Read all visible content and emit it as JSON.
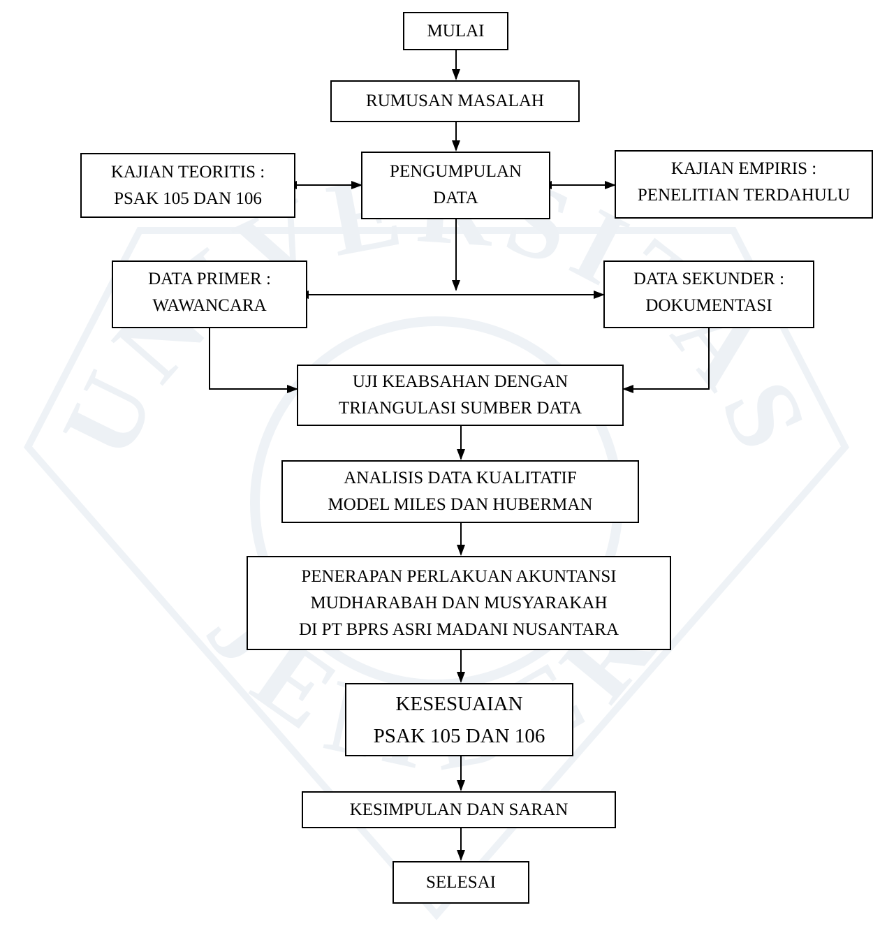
{
  "diagram": {
    "nodes": {
      "mulai": {
        "lines": [
          "MULAI"
        ]
      },
      "rumusan": {
        "lines": [
          "RUMUSAN MASALAH"
        ]
      },
      "teoritis": {
        "lines": [
          "KAJIAN TEORITIS :",
          "PSAK 105 DAN 106"
        ]
      },
      "pengumpulan": {
        "lines": [
          "PENGUMPULAN",
          "DATA"
        ]
      },
      "empiris": {
        "lines": [
          "KAJIAN EMPIRIS :",
          "PENELITIAN TERDAHULU"
        ]
      },
      "primer": {
        "lines": [
          "DATA PRIMER :",
          "WAWANCARA"
        ]
      },
      "sekunder": {
        "lines": [
          "DATA SEKUNDER :",
          "DOKUMENTASI"
        ]
      },
      "uji": {
        "lines": [
          "UJI KEABSAHAN DENGAN",
          "TRIANGULASI SUMBER DATA"
        ]
      },
      "analisis": {
        "lines": [
          "ANALISIS DATA KUALITATIF",
          "MODEL MILES DAN HUBERMAN"
        ]
      },
      "penerapan": {
        "lines": [
          "PENERAPAN PERLAKUAN AKUNTANSI",
          "MUDHARABAH DAN MUSYARAKAH",
          "DI PT BPRS ASRI MADANI NUSANTARA"
        ]
      },
      "kesesuaian": {
        "lines": [
          "KESESUAIAN",
          "PSAK 105 DAN 106"
        ]
      },
      "kesimpulan": {
        "lines": [
          "KESIMPULAN DAN SARAN"
        ]
      },
      "selesai": {
        "lines": [
          "SELESAI"
        ]
      }
    },
    "watermark": {
      "lines": [
        "UNIVERSITAS",
        "JEMBER"
      ],
      "color": "#e9eef3"
    },
    "colors": {
      "stroke": "#000000",
      "text": "#000000",
      "background": "#ffffff"
    }
  }
}
